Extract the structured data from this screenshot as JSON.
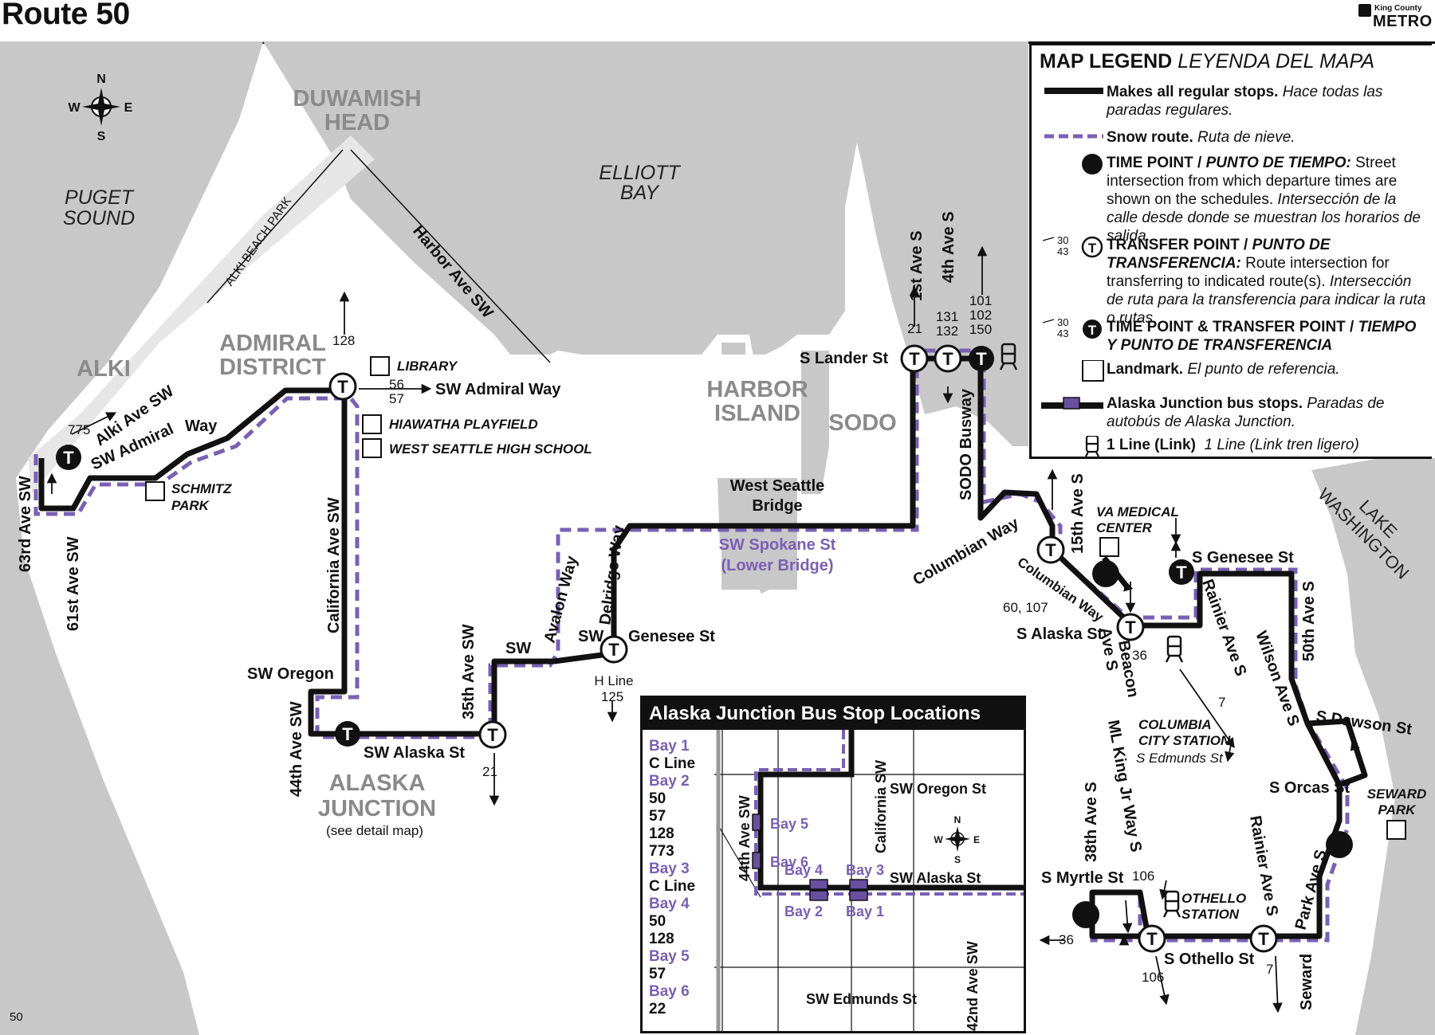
{
  "header": {
    "title": "Route 50",
    "logo_small": "King County",
    "logo_big": "METRO"
  },
  "colors": {
    "land": "#ffffff",
    "water": "#c8c8c8",
    "route": "#111111",
    "snow": "#7b5fb4",
    "area_label": "#8a8a8a"
  },
  "compass": {
    "n": "N",
    "s": "S",
    "e": "E",
    "w": "W"
  },
  "water_labels": {
    "puget_sound": [
      "PUGET",
      "SOUND"
    ],
    "elliott_bay": [
      "ELLIOTT",
      "BAY"
    ],
    "lake_washington": [
      "LAKE",
      "WASHINGTON"
    ]
  },
  "areas": {
    "duwamish_head": [
      "DUWAMISH",
      "HEAD"
    ],
    "alki": "ALKI",
    "admiral_district": [
      "ADMIRAL",
      "DISTRICT"
    ],
    "harbor_island": [
      "HARBOR",
      "ISLAND"
    ],
    "sodo": "SODO",
    "alaska_junction": [
      "ALASKA",
      "JUNCTION"
    ],
    "alaska_junction_note": "(see detail map)"
  },
  "streets": {
    "alki_beach_park": "ALKI BEACH PARK",
    "harbor_ave_sw": "Harbor Ave SW",
    "alki_ave_sw": "Alki Ave SW",
    "sw_admiral": "SW Admiral",
    "way": "Way",
    "ave_63rd": "63rd Ave SW",
    "ave_61st": "61st Ave SW",
    "california_ave_sw": "California Ave SW",
    "sw_admiral_way": "SW Admiral Way",
    "sw_oregon": "SW Oregon",
    "ave_44th": "44th Ave SW",
    "sw_alaska_st": "SW Alaska St",
    "ave_35th": "35th Ave SW",
    "sw_avalon_sw": "SW",
    "avalon_way": "Avalon Way",
    "delridge_way": "Delridge Way",
    "sw_genesee_sw": "SW",
    "genesee_st": "Genesee St",
    "west_seattle_bridge": [
      "West Seattle",
      "Bridge"
    ],
    "sw_spokane_st": [
      "SW Spokane St",
      "(Lower Bridge)"
    ],
    "s_lander_st": "S Lander St",
    "first_ave_s": "1st Ave S",
    "fourth_ave_s": "4th Ave S",
    "sodo_busway": "SODO Busway",
    "columbian_way": "Columbian Way",
    "columbian_way2": "Columbian Way",
    "fifteenth_ave_s": "15th Ave S",
    "s_alaska_st": "S Alaska St",
    "beacon_ave_s": [
      "Beacon",
      "Ave S"
    ],
    "s_genesee_st": "S Genesee St",
    "rainier_ave_s": "Rainier Ave S",
    "rainier_ave_s2": "Rainier Ave S",
    "fiftieth_ave_s": "50th Ave S",
    "wilson_ave_s": "Wilson Ave S",
    "s_dawson_st": "S Dawson St",
    "s_orcas_st": "S Orcas St",
    "ml_king_jr_way_s": "ML King Jr Way S",
    "thirty_eighth_ave_s": "38th Ave S",
    "s_myrtle_st": "S Myrtle St",
    "s_othello_st": "S Othello St",
    "park_ave_s": "Park Ave S",
    "seward": "Seward"
  },
  "landmarks": {
    "library": "LIBRARY",
    "hiawatha": "HIAWATHA PLAYFIELD",
    "west_seattle_high": "WEST SEATTLE HIGH SCHOOL",
    "schmitz_park": [
      "SCHMITZ",
      "PARK"
    ],
    "va_medical": [
      "VA MEDICAL",
      "CENTER"
    ],
    "seward_park": [
      "SEWARD",
      "PARK"
    ],
    "columbia_city": [
      "COLUMBIA",
      "CITY STATION",
      "S Edmunds St"
    ],
    "othello_station": [
      "OTHELLO",
      "STATION"
    ]
  },
  "route_numbers": {
    "r775": "775",
    "r128": "128",
    "r56_57": [
      "56",
      "57"
    ],
    "r21_south": "21",
    "r21_north": "21",
    "hline": [
      "H Line",
      "125"
    ],
    "r131_132": [
      "131",
      "132"
    ],
    "r101_150": [
      "101",
      "102",
      "150"
    ],
    "r60_107": "60, 107",
    "r36_north": "36",
    "r7_north": "7",
    "r106_north": "106",
    "r106_south": "106",
    "r36_west": "36",
    "r7_south": "7"
  },
  "legend": {
    "title": "MAP LEGEND",
    "title_es": "LEYENDA DEL MAPA",
    "items": [
      {
        "b": "Makes all regular stops.",
        "t": "",
        "i": "Hace todas las paradas regulares."
      },
      {
        "b": "Snow route.",
        "t": "",
        "i": "Ruta de nieve."
      },
      {
        "b": "TIME POINT / ",
        "bi": "PUNTO DE TIEMPO:",
        "t": " Street intersection from which departure times are shown on the schedules.",
        "i": "Intersección de la calle desde donde se muestran los horarios de salida."
      },
      {
        "b": "TRANSFER POINT / ",
        "bi": "PUNTO DE TRANSFERENCIA:",
        "t": " Route intersection for transferring to indicated route(s).",
        "i": "Intersección de ruta para la transferencia para indicar la ruta o rutas."
      },
      {
        "b": "TIME POINT & TRANSFER POINT / ",
        "bi": "TIEMPO Y PUNTO DE TRANSFERENCIA",
        "t": "",
        "i": ""
      },
      {
        "b": "Landmark.",
        "t": "",
        "i": "El punto de referencia."
      },
      {
        "b": "Alaska Junction bus stops.",
        "t": "",
        "i": "Paradas de autobús de Alaska Junction."
      },
      {
        "b": "1 Line (Link)",
        "t": "",
        "i": "1 Line (Link tren ligero)"
      }
    ],
    "sym_routes": [
      "30",
      "43"
    ],
    "sym_routes2": [
      "30",
      "43"
    ]
  },
  "inset": {
    "title": "Alaska Junction Bus Stop Locations",
    "bays": [
      {
        "label": "Bay 1",
        "routes": [
          "C Line"
        ]
      },
      {
        "label": "Bay 2",
        "routes": [
          "50",
          "57",
          "128",
          "773"
        ]
      },
      {
        "label": "Bay 3",
        "routes": [
          "C Line"
        ]
      },
      {
        "label": "Bay 4",
        "routes": [
          "50",
          "128"
        ]
      },
      {
        "label": "Bay 5",
        "routes": [
          "57"
        ]
      },
      {
        "label": "Bay 6",
        "routes": [
          "22"
        ]
      }
    ],
    "streets": {
      "sw_oregon_st": "SW Oregon St",
      "california_ave_sw": "California SW",
      "ave_44th": "44th Ave SW",
      "sw_alaska_st": "SW Alaska St",
      "ave_42nd": "42nd Ave SW",
      "sw_edmunds_st": "SW Edmunds St"
    },
    "bay_labels": {
      "bay5": "Bay 5",
      "bay6": "Bay 6",
      "bay4": "Bay 4",
      "bay3": "Bay 3",
      "bay2": "Bay 2",
      "bay1": "Bay 1"
    }
  },
  "page_number": "50"
}
